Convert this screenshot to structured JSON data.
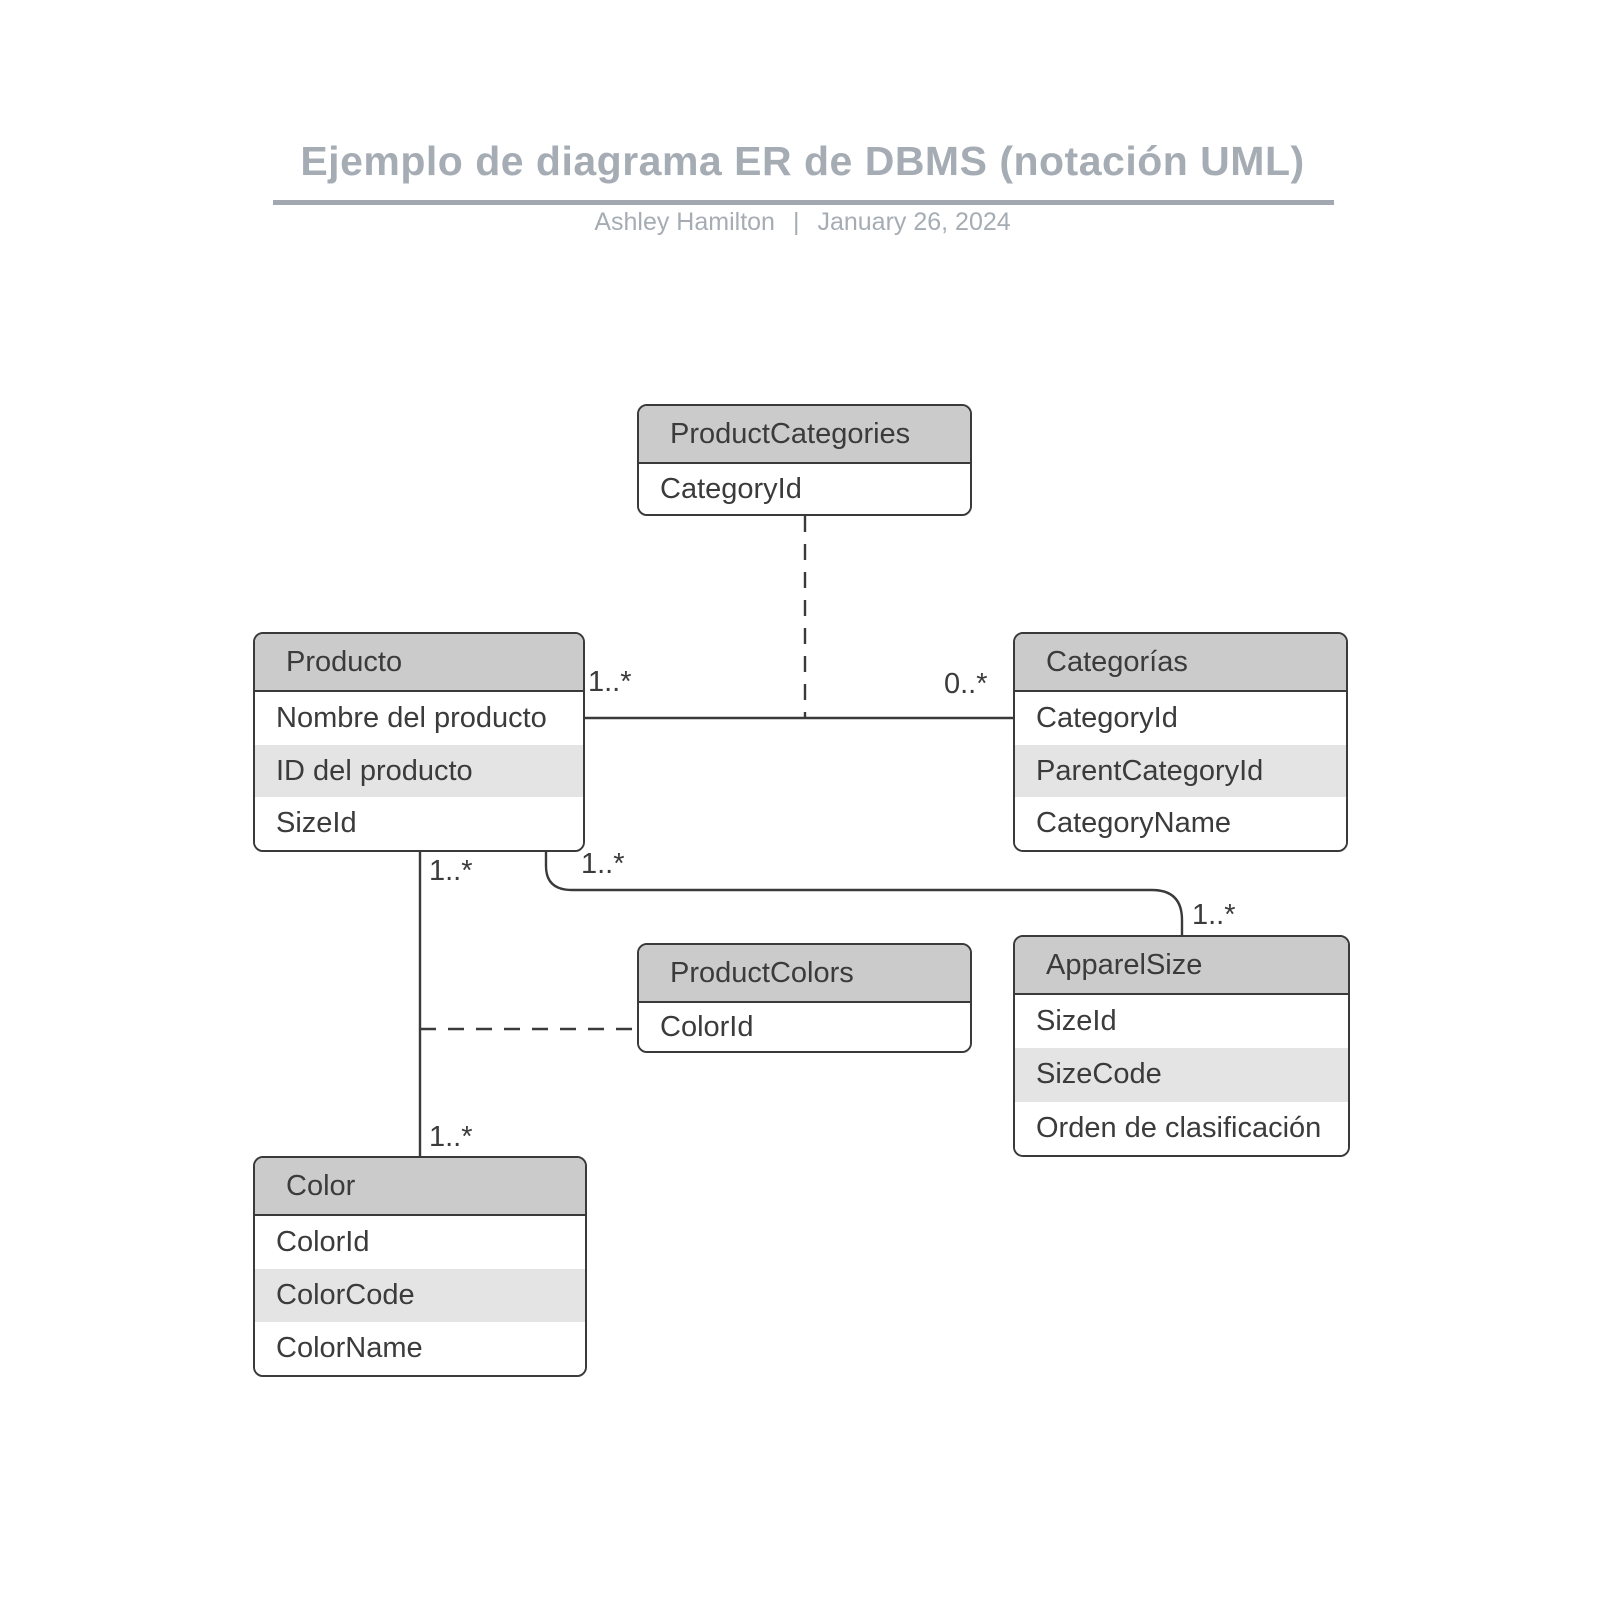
{
  "title": {
    "text": "Ejemplo de diagrama ER de DBMS (notación UML)",
    "author": "Ashley Hamilton",
    "separator": "|",
    "date": "January 26, 2024"
  },
  "colors": {
    "header_fill": "#cbcbcb",
    "alt_row_fill": "#e4e4e4",
    "row_fill": "#ffffff",
    "border": "#3a3a3a",
    "text": "#3b3b3b",
    "title_text": "#a6acb4",
    "rule": "#a2a8b0"
  },
  "entities": [
    {
      "name": "ProductCategories",
      "fields": [
        "CategoryId"
      ]
    },
    {
      "name": "Producto",
      "fields": [
        "Nombre del producto",
        "ID del producto",
        "SizeId"
      ]
    },
    {
      "name": "Categorías",
      "fields": [
        "CategoryId",
        "ParentCategoryId",
        "CategoryName"
      ]
    },
    {
      "name": "ProductColors",
      "fields": [
        "ColorId"
      ]
    },
    {
      "name": "ApparelSize",
      "fields": [
        "SizeId",
        "SizeCode",
        "Orden de clasificación"
      ]
    },
    {
      "name": "Color",
      "fields": [
        "ColorId",
        "ColorCode",
        "ColorName"
      ]
    }
  ],
  "multiplicities": {
    "producto_to_categorias": "1..*",
    "categorias_to_producto": "0..*",
    "producto_to_apparelsize": "1..*",
    "apparelsize_end": "1..*",
    "producto_to_color": "1..*",
    "color_end": "1..*"
  }
}
